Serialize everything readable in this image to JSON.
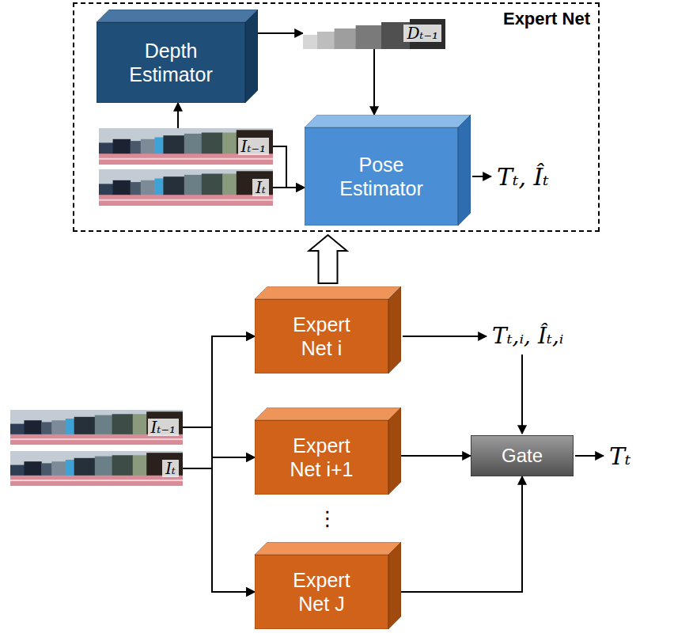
{
  "diagram": {
    "nodes": [
      {
        "text": [
          "Expert Net"
        ]
      },
      {
        "text": [
          "Depth Estimator"
        ],
        "in": 0
      },
      {
        "text": [
          "Dₜ₋₁"
        ],
        "in": 0
      },
      {
        "text": [
          "Iₜ₋₁"
        ],
        "in": 0
      },
      {
        "text": [
          "Iₜ"
        ],
        "in": 0
      },
      {
        "text": [
          "Pose Estimator"
        ],
        "in": 0
      },
      {
        "text": [
          "Expert Net i"
        ]
      },
      {
        "text": [
          "Iₜ₋₁"
        ]
      },
      {
        "text": [
          "Iₜ"
        ]
      },
      {
        "text": [
          "Expert Net i+1"
        ]
      },
      {
        "text": [
          "Gate"
        ]
      },
      {
        "text": [
          "Expert Net J"
        ]
      }
    ],
    "edges": [
      {
        "from": 3,
        "to": 1,
        "arrow": "to"
      },
      {
        "from": 1,
        "to": 2,
        "arrow": "to"
      },
      {
        "from": 2,
        "to": 5,
        "arrow": "to"
      },
      {
        "from": 3,
        "to": 5,
        "arrow": "to"
      },
      {
        "from": 4,
        "to": 5,
        "arrow": "to"
      },
      {
        "from": 6,
        "to": 0,
        "arrow": "to"
      },
      {
        "from": 7,
        "to": 6,
        "arrow": "to"
      },
      {
        "from": 7,
        "to": 9,
        "arrow": "to"
      },
      {
        "from": 7,
        "to": 11,
        "arrow": "to"
      },
      {
        "from": 8,
        "to": 6,
        "arrow": "to"
      },
      {
        "from": 8,
        "to": 9,
        "arrow": "to"
      },
      {
        "from": 8,
        "to": 11,
        "arrow": "to"
      },
      {
        "from": 9,
        "to": 10,
        "arrow": "to"
      },
      {
        "from": 11,
        "to": 10,
        "arrow": "to"
      }
    ],
    "labels": [
      "Tₜ, Îₜ",
      "Tₜ,ᵢ, Îₜ,ᵢ",
      "Tₜ",
      "⋮"
    ]
  }
}
